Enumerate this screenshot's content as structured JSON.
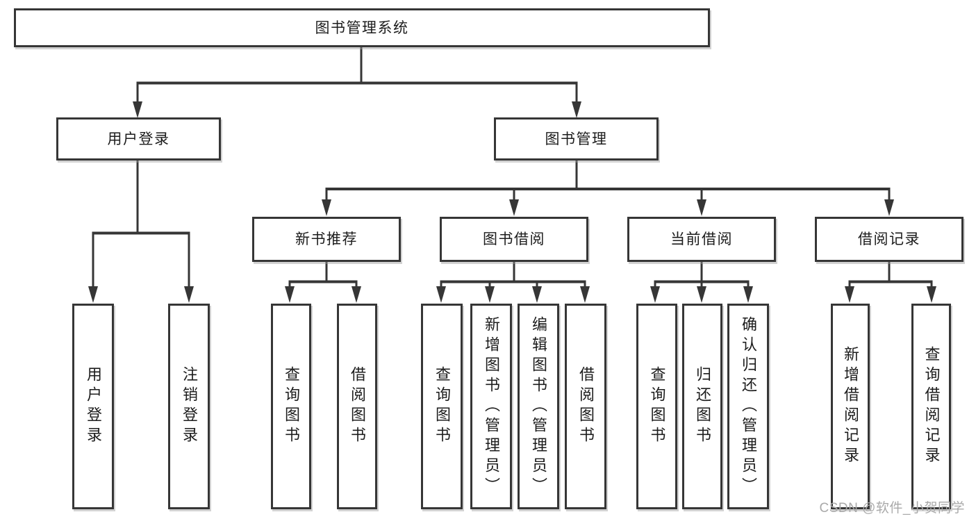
{
  "diagram": {
    "root_label": "图书管理系统",
    "level2": [
      "用户登录",
      "图书管理"
    ],
    "level3": [
      "新书推荐",
      "图书借阅",
      "当前借阅",
      "借阅记录"
    ],
    "groups": {
      "user_login_children": [
        "用户登录",
        "注销登录"
      ],
      "new_book_children": [
        "查询图书",
        "借阅图书"
      ],
      "book_borrow_children": [
        "查询图书",
        "新增图书（管理员）",
        "编辑图书（管理员）",
        "借阅图书"
      ],
      "current_borrow_children": [
        "查询图书",
        "归还图书",
        "确认归还（管理员）"
      ],
      "record_children": [
        "新增借阅记录",
        "查询借阅记录"
      ]
    }
  },
  "watermark": {
    "text": "CSDN @软件_小贺同学"
  },
  "colors": {
    "border": "#363636",
    "line": "#363636",
    "text": "#1c1c1c",
    "watermark": "#a9a9a9",
    "background": "#ffffff"
  }
}
